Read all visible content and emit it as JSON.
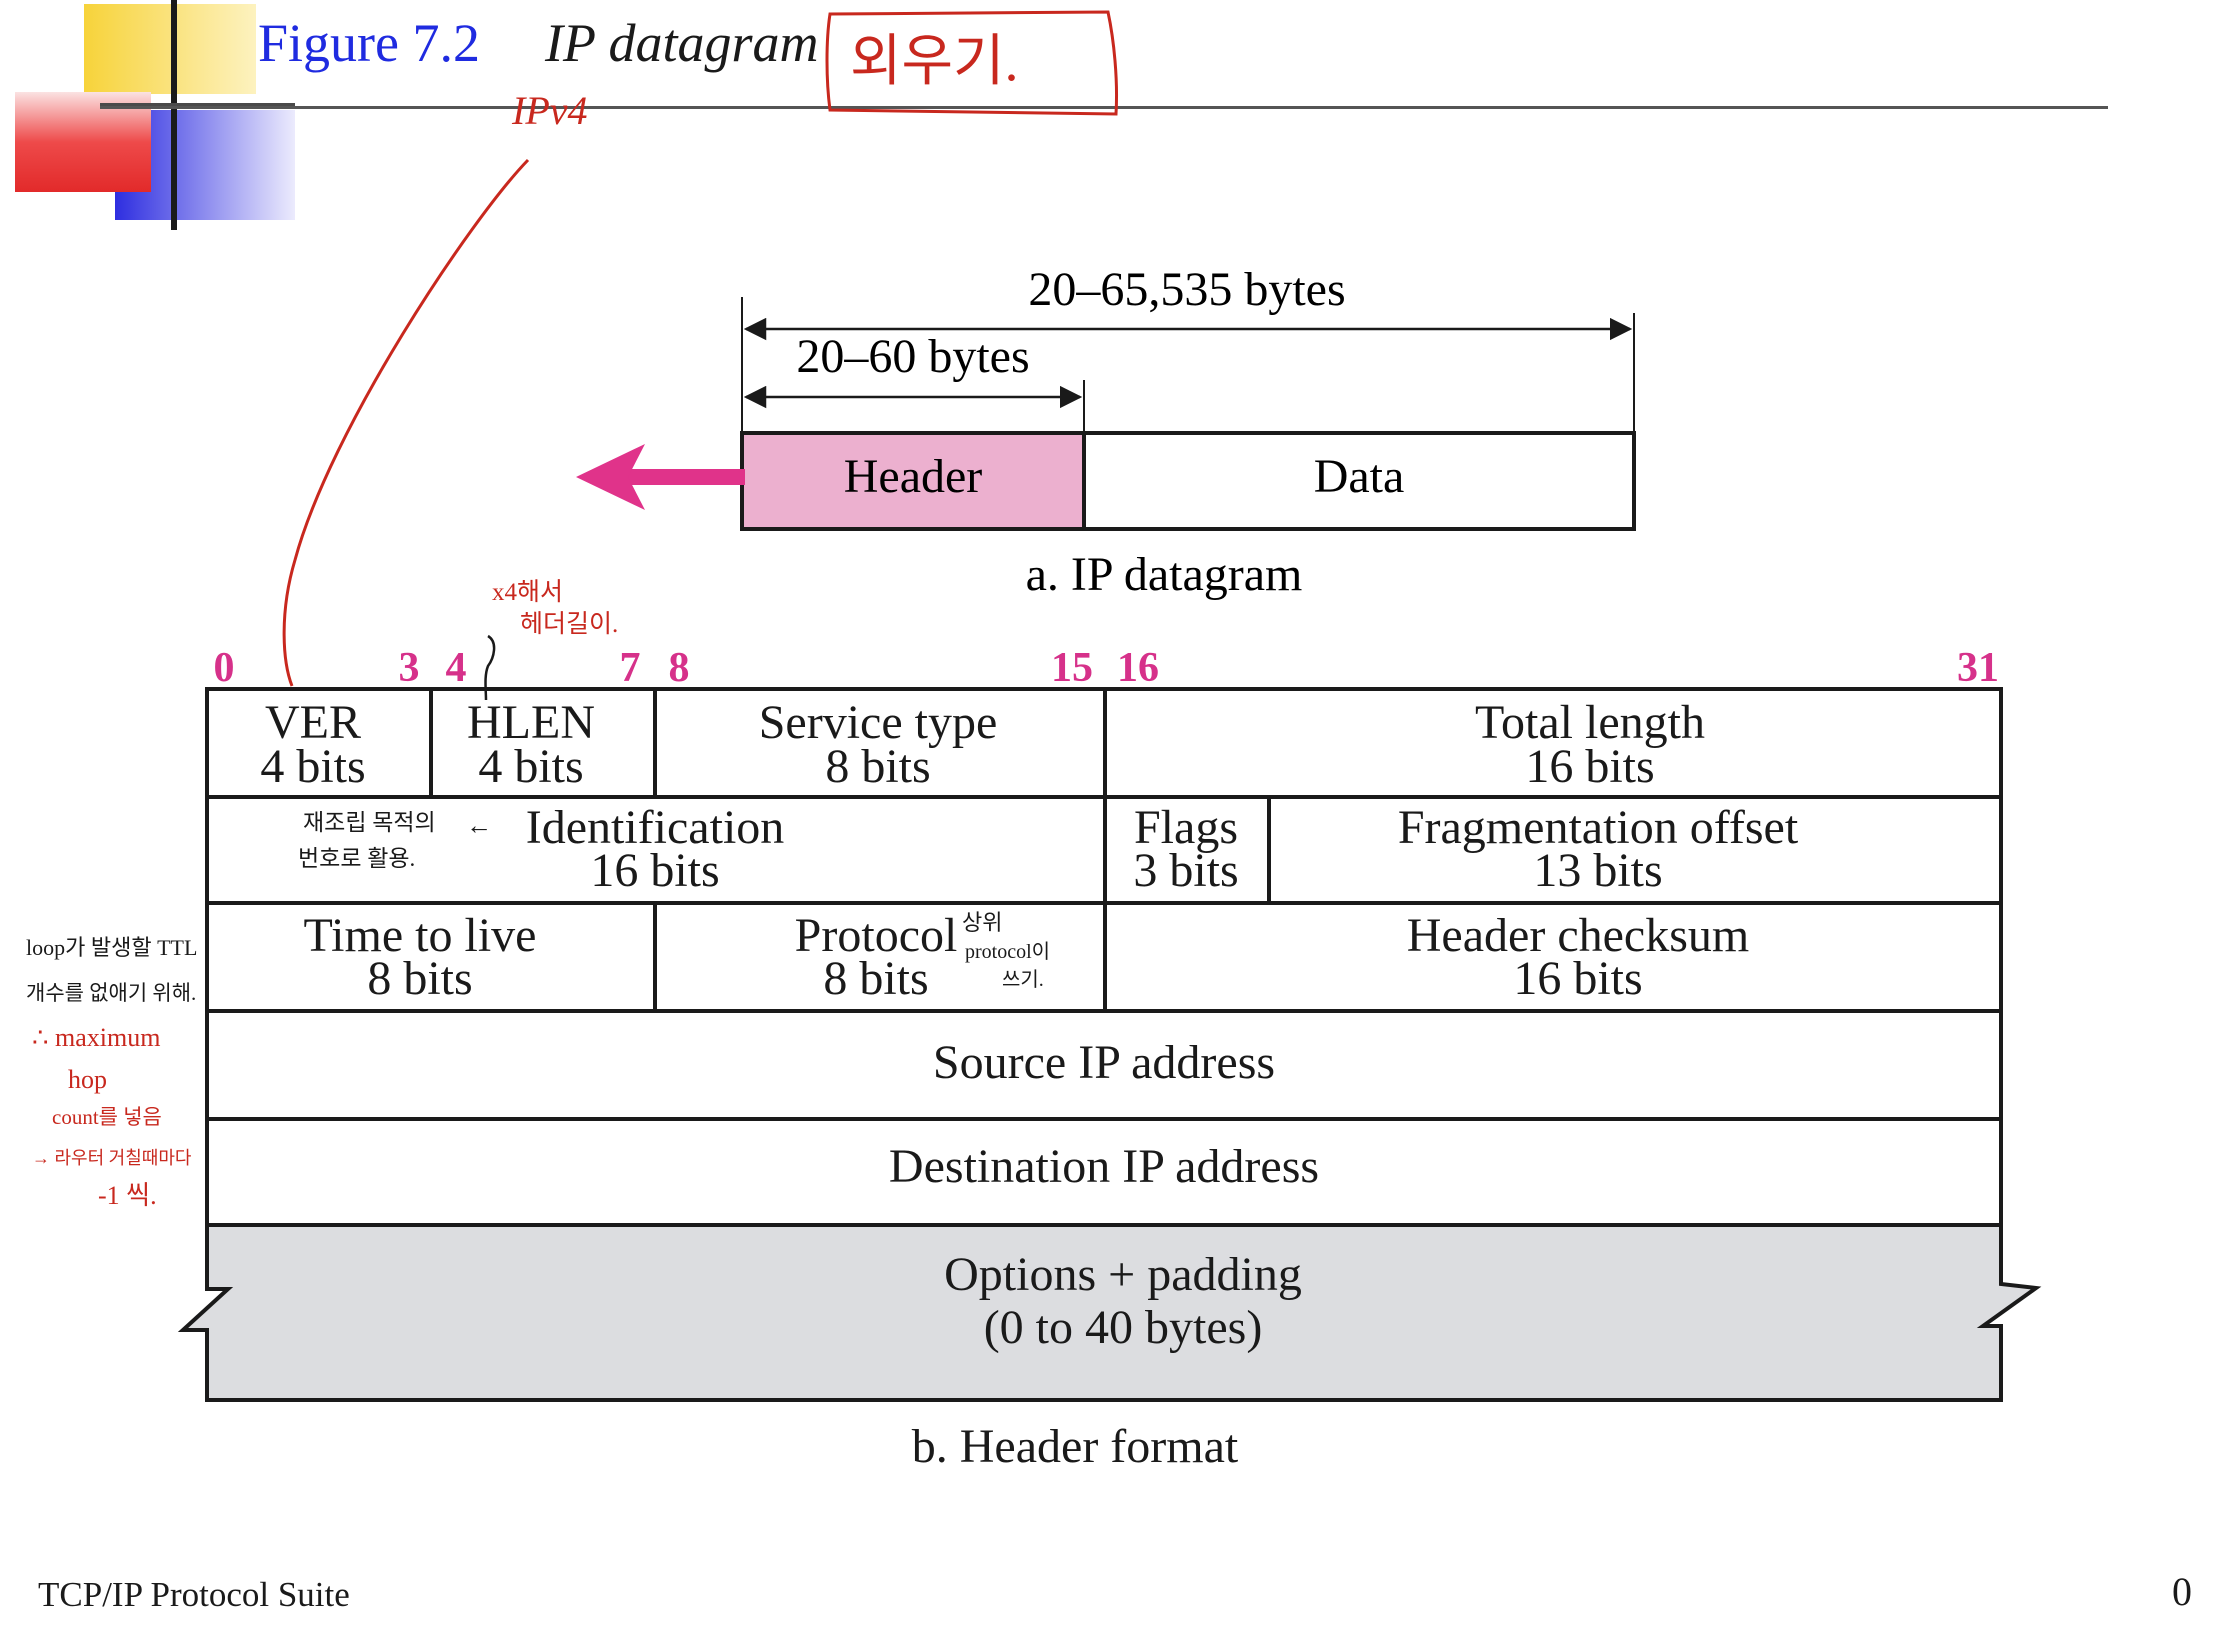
{
  "slide": {
    "figure_label": "Figure 7.2",
    "figure_title": "IP datagram",
    "footer": "TCP/IP Protocol Suite",
    "page_number": "0"
  },
  "datagram": {
    "total_size": "20–65,535 bytes",
    "header_size": "20–60 bytes",
    "header_label": "Header",
    "data_label": "Data",
    "caption": "a. IP datagram",
    "header_color": "#ecb0cf",
    "arrow_color": "#e0338a"
  },
  "bit_ruler": [
    "0",
    "3",
    "4",
    "7",
    "8",
    "15",
    "16",
    "31"
  ],
  "header_format": {
    "fields": [
      {
        "name": "VER",
        "size": "4 bits"
      },
      {
        "name": "HLEN",
        "size": "4 bits"
      },
      {
        "name": "Service type",
        "size": "8 bits"
      },
      {
        "name": "Total length",
        "size": "16 bits"
      },
      {
        "name": "Identification",
        "size": "16 bits"
      },
      {
        "name": "Flags",
        "size": "3 bits"
      },
      {
        "name": "Fragmentation offset",
        "size": "13 bits"
      },
      {
        "name": "Time to live",
        "size": "8 bits"
      },
      {
        "name": "Protocol",
        "size": "8 bits"
      },
      {
        "name": "Header checksum",
        "size": "16 bits"
      },
      {
        "name": "Source IP address",
        "size": ""
      },
      {
        "name": "Destination IP address",
        "size": ""
      }
    ],
    "options_label": "Options + padding",
    "options_size": "(0 to 40 bytes)",
    "caption": "b. Header format",
    "options_color": "#dcdde0",
    "ruler_color": "#d6318a"
  },
  "annotations": {
    "color": "#c8281e",
    "ipv4": "IPv4",
    "memorize": "외우기.",
    "hlen_note": [
      "x4해서",
      "헤더길이."
    ],
    "identification_note": [
      "재조립 목적의",
      "번호로 활용."
    ],
    "protocol_note": [
      "상위",
      "protocol이",
      "쓰기."
    ],
    "ttl_note": [
      "loop가 발생할 TTL",
      "개수를 없애기 위해.",
      "∴ maximum",
      "hop",
      "count를 넣음",
      "→ 라우터 거칠때마다",
      "-1 씩."
    ]
  }
}
